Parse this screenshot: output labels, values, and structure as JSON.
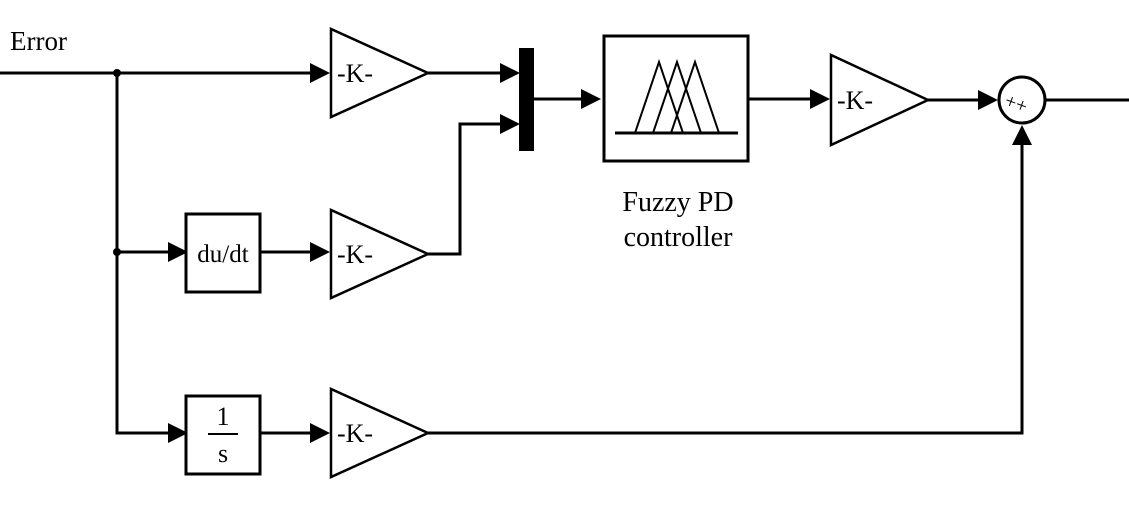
{
  "input_label": "Error",
  "gain_label": "-K-",
  "derivative_block_label": "du/dt",
  "integrator_block": {
    "numerator": "1",
    "denominator": "s"
  },
  "fuzzy_block_caption": [
    "Fuzzy PD",
    "controller"
  ],
  "sum_block_signs": "++"
}
